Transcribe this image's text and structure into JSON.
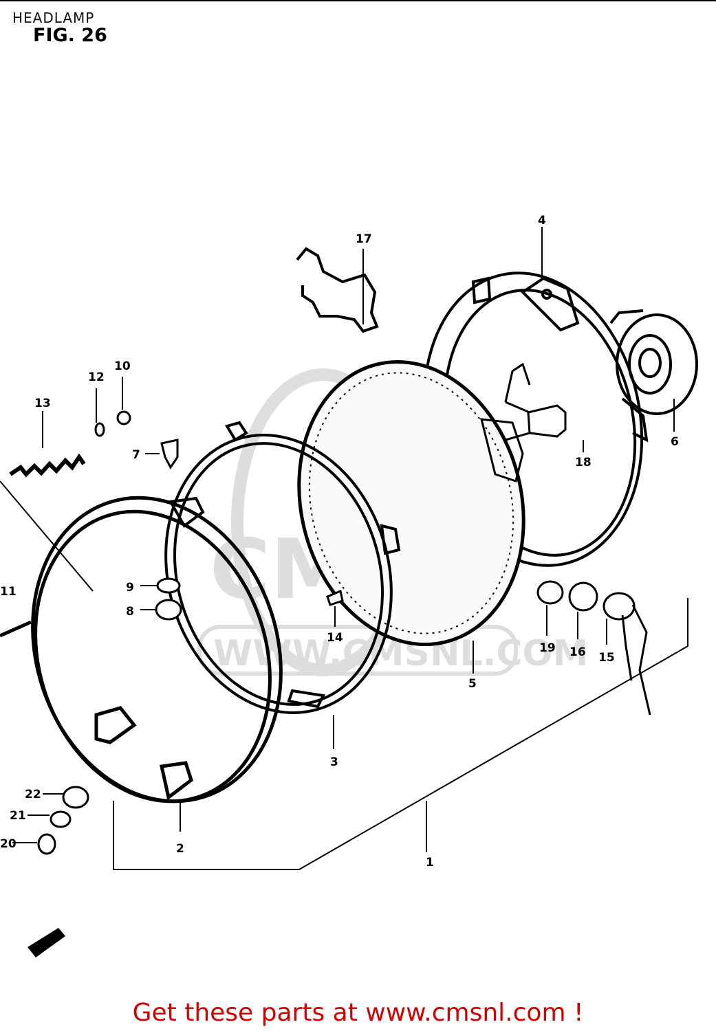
{
  "header": {
    "title": "HEADLAMP",
    "fig_label": "FIG. 26"
  },
  "watermark": {
    "text": "WWW.CMSNL.COM",
    "logo_text": "CMS"
  },
  "parts": {
    "p1": "1",
    "p2": "2",
    "p3": "3",
    "p4": "4",
    "p5": "5",
    "p6": "6",
    "p7": "7",
    "p8": "8",
    "p9": "9",
    "p10": "10",
    "p11": "11",
    "p12": "12",
    "p13": "13",
    "p14": "14",
    "p15": "15",
    "p16": "16",
    "p17": "17",
    "p18": "18",
    "p19": "19",
    "p20": "20",
    "p21": "21",
    "p22": "22"
  },
  "footer": {
    "cta": "Get these parts at www.cmsnl.com !"
  }
}
